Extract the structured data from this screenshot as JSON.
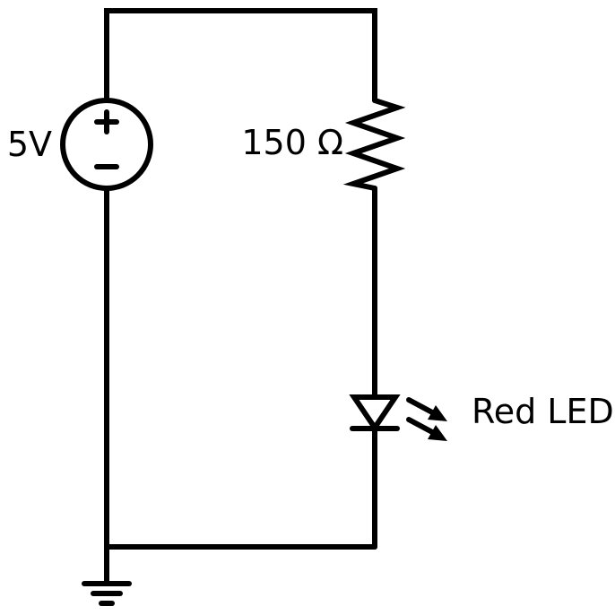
{
  "schematic": {
    "source": {
      "label": "5V",
      "plus_sign": "+",
      "minus_sign": "−"
    },
    "resistor": {
      "label": "150 Ω"
    },
    "led": {
      "label": "Red LED"
    },
    "ground": {
      "symbol": "ground-icon"
    },
    "colors": {
      "ink": "#000000",
      "background": "#ffffff"
    }
  }
}
